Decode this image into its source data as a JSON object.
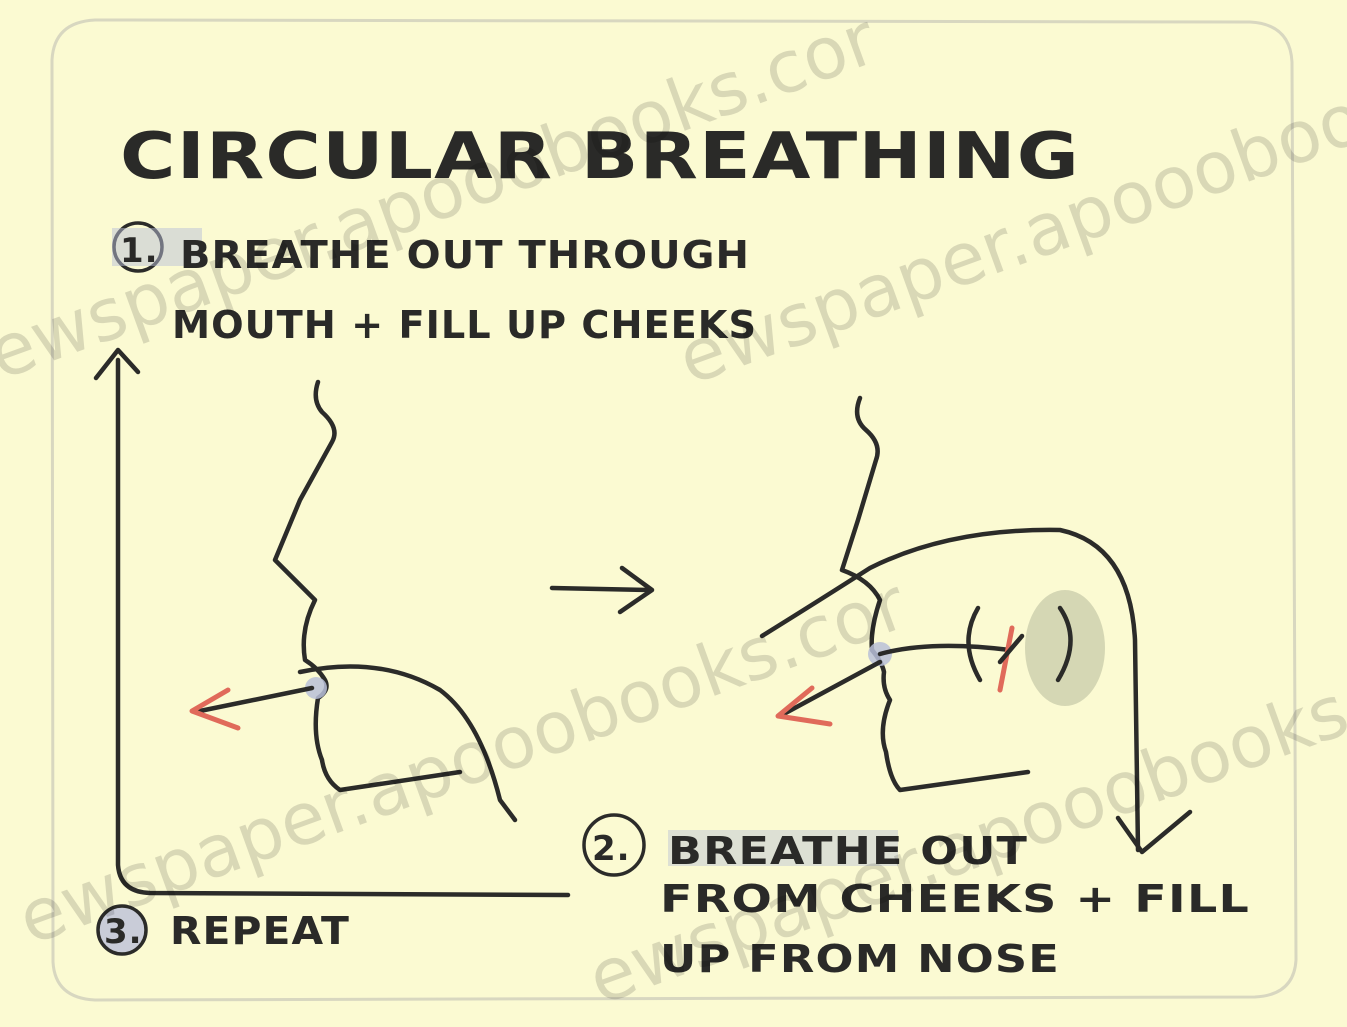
{
  "title": "CIRCULAR BREATHING",
  "steps": [
    {
      "number": "1.",
      "lines": [
        "BREATHE OUT THROUGH",
        "MOUTH + FILL UP CHEEKS"
      ]
    },
    {
      "number": "2.",
      "lines": [
        "BREATHE OUT",
        "FROM CHEEKS + FILL",
        "UP FROM NOSE"
      ]
    },
    {
      "number": "3.",
      "lines": [
        "REPEAT"
      ]
    }
  ],
  "watermarks": [
    "ewspaper.apooobooks.cor",
    "ewspaper.apooobooks.co",
    "ewspaper.apooobooks.cor",
    "ewspaper.apooobooks.co"
  ],
  "colors": {
    "paper": "#fbfad2",
    "ink": "#2b2b29",
    "accent_red": "#e06a5a",
    "mouth_marker": "#b9c0d8",
    "cheek_shade": "#b6b99a"
  }
}
